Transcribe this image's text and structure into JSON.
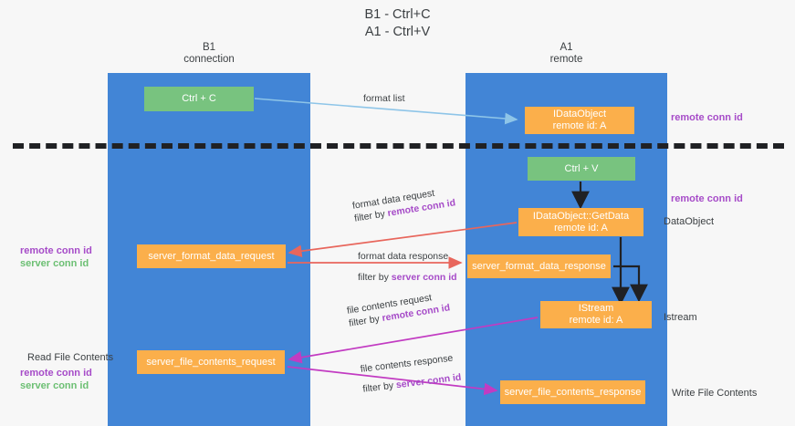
{
  "title": {
    "line1": "B1 - Ctrl+C",
    "line2": "A1 - Ctrl+V"
  },
  "lanes": [
    {
      "id": "b1",
      "name": "B1",
      "role": "connection"
    },
    {
      "id": "a1",
      "name": "A1",
      "role": "remote"
    }
  ],
  "boxes": {
    "ctrl_c": {
      "label": "Ctrl + C",
      "color": "#78c37f"
    },
    "idataobject": {
      "label": "IDataObject",
      "sublabel": "remote id: A",
      "color": "#fbaf4b"
    },
    "ctrl_v": {
      "label": "Ctrl + V",
      "color": "#78c37f"
    },
    "getdata": {
      "label": "IDataObject::GetData",
      "sublabel": "remote id: A",
      "color": "#fbaf4b"
    },
    "server_format_data_request": {
      "label": "server_format_data_request",
      "color": "#fbaf4b"
    },
    "server_format_data_response": {
      "label": "server_format_data_response",
      "color": "#fbaf4b"
    },
    "istream": {
      "label": "IStream",
      "sublabel": "remote id: A",
      "color": "#fbaf4b"
    },
    "server_file_contents_request": {
      "label": "server_file_contents_request",
      "color": "#fbaf4b"
    },
    "server_file_contents_response": {
      "label": "server_file_contents_response",
      "color": "#fbaf4b"
    }
  },
  "edge_labels": {
    "format_list": "format list",
    "format_data_request": {
      "line1": "format data request",
      "prefix": "filter by ",
      "token": "remote conn id"
    },
    "format_data_response": {
      "line1": "format data response",
      "prefix": "filter by ",
      "token": "server conn id"
    },
    "file_contents_request": {
      "line1": "file contents request",
      "prefix": "filter by ",
      "token": "remote conn id"
    },
    "file_contents_response": {
      "line1": "file contents response",
      "prefix": "filter by ",
      "token": "server conn id"
    }
  },
  "annotations": {
    "right_remote_conn_id_top": "remote conn id",
    "right_remote_conn_id_mid": "remote conn id",
    "data_object": "DataObject",
    "istream": "Istream",
    "write_file_contents": "Write File Contents",
    "left_remote_conn_id": "remote conn id",
    "left_server_conn_id": "server conn id",
    "read_file_contents": "Read File Contents",
    "left_remote_conn_id_2": "remote conn id",
    "left_server_conn_id_2": "server conn id"
  },
  "colors": {
    "lane": "#4285d6",
    "green_box": "#78c37f",
    "orange_box": "#fbaf4b",
    "purple_text": "#a64bc8",
    "green_text": "#6cbf73",
    "arrow_blue": "#8ec5e8",
    "arrow_red": "#e8665c",
    "arrow_magenta": "#c23bc2",
    "arrow_black": "#202124",
    "background": "#f7f7f7"
  }
}
